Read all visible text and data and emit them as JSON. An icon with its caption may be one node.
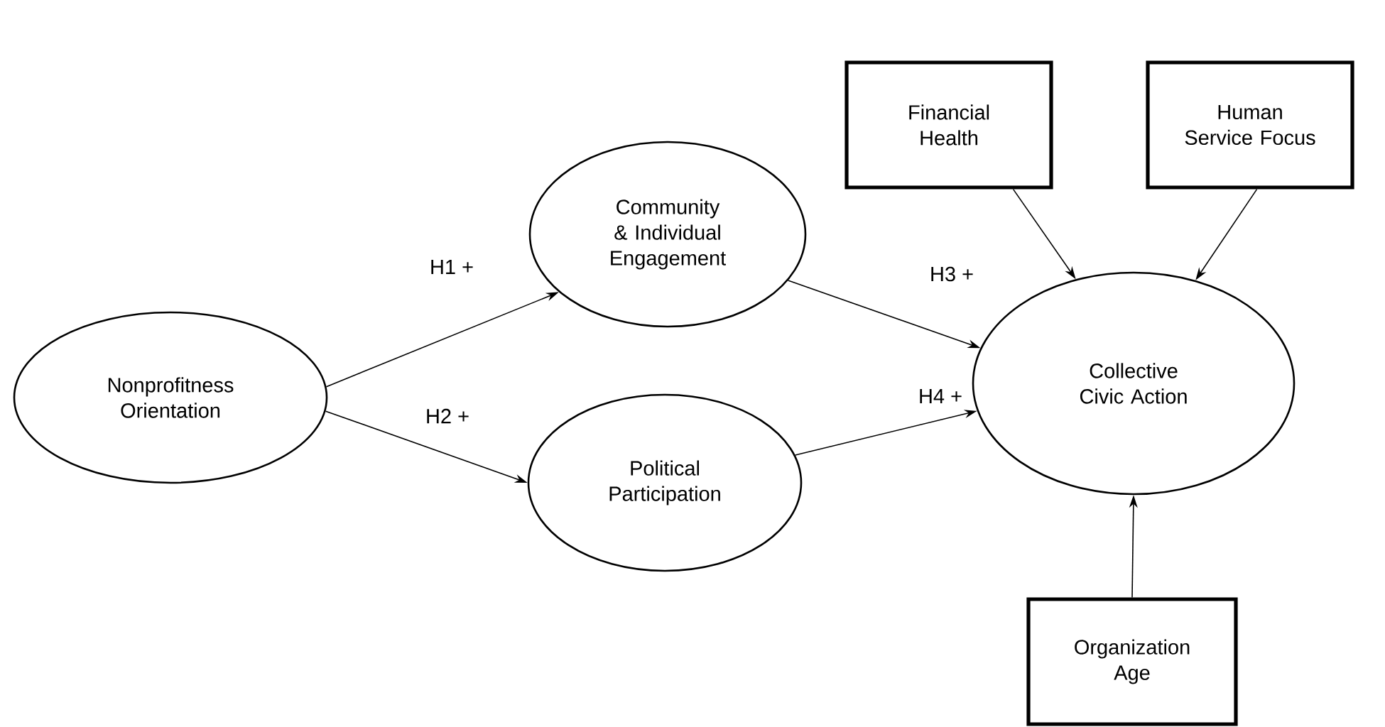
{
  "diagram": {
    "nodes": [
      {
        "text": [
          "Nonprofitness Orientation"
        ]
      },
      {
        "text": [
          "Community & Individual Engagement"
        ]
      },
      {
        "text": [
          "Political Participation"
        ]
      },
      {
        "text": [
          "Collective Civic Action"
        ]
      },
      {
        "text": [
          "Financial Health"
        ]
      },
      {
        "text": [
          "Human Service Focus"
        ]
      },
      {
        "text": [
          "Organization Age"
        ]
      }
    ],
    "edges": [
      {
        "from": 0,
        "to": 1,
        "arrow": "to",
        "label": "H1 +"
      },
      {
        "from": 0,
        "to": 2,
        "arrow": "to",
        "label": "H2 +"
      },
      {
        "from": 1,
        "to": 3,
        "arrow": "to",
        "label": "H3 +"
      },
      {
        "from": 2,
        "to": 3,
        "arrow": "to",
        "label": "H4 +"
      },
      {
        "from": 4,
        "to": 3,
        "arrow": "to"
      },
      {
        "from": 5,
        "to": 3,
        "arrow": "to"
      },
      {
        "from": 6,
        "to": 3,
        "arrow": "to"
      }
    ]
  }
}
